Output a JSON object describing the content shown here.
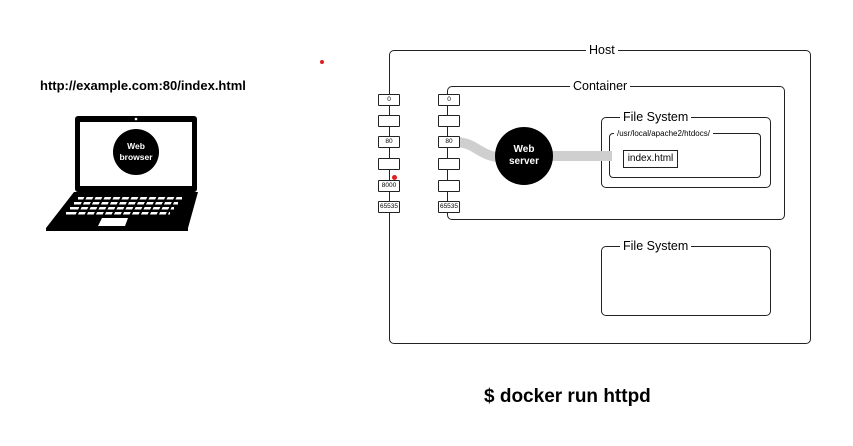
{
  "url": "http://example.com:80/index.html",
  "browser_label_line1": "Web",
  "browser_label_line2": "browser",
  "host": {
    "label": "Host",
    "ports": [
      "0",
      "",
      "80",
      "",
      "8000",
      "65535"
    ],
    "filesystem_label": "File System"
  },
  "container": {
    "label": "Container",
    "ports": [
      "0",
      "",
      "80",
      "",
      "",
      "65535"
    ],
    "server_label_line1": "Web",
    "server_label_line2": "server",
    "filesystem_label": "File System",
    "path": "/usr/local/apache2/htdocs/",
    "file": "index.html"
  },
  "command": "$ docker run httpd",
  "colors": {
    "accent_dot": "#e02020",
    "pipe": "#cfcfcf"
  }
}
